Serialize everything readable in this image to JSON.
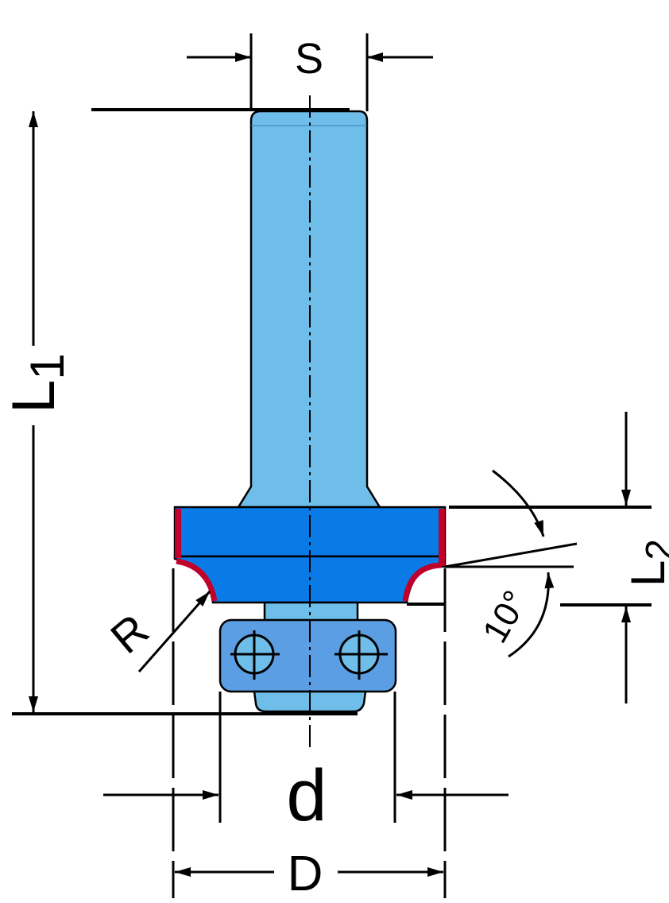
{
  "labels": {
    "shank_diameter": "S",
    "total_length": "L",
    "total_length_sub": "1",
    "cutting_length": "L",
    "cutting_length_sub": "2",
    "angle": "10°",
    "radius": "R",
    "bearing_diameter": "d",
    "cutting_diameter": "D"
  },
  "colors": {
    "shank": "#6fbde9",
    "cutter": "#0a7be6",
    "cutting_edge": "#c0002a",
    "bearing": "#5c9ee3"
  }
}
